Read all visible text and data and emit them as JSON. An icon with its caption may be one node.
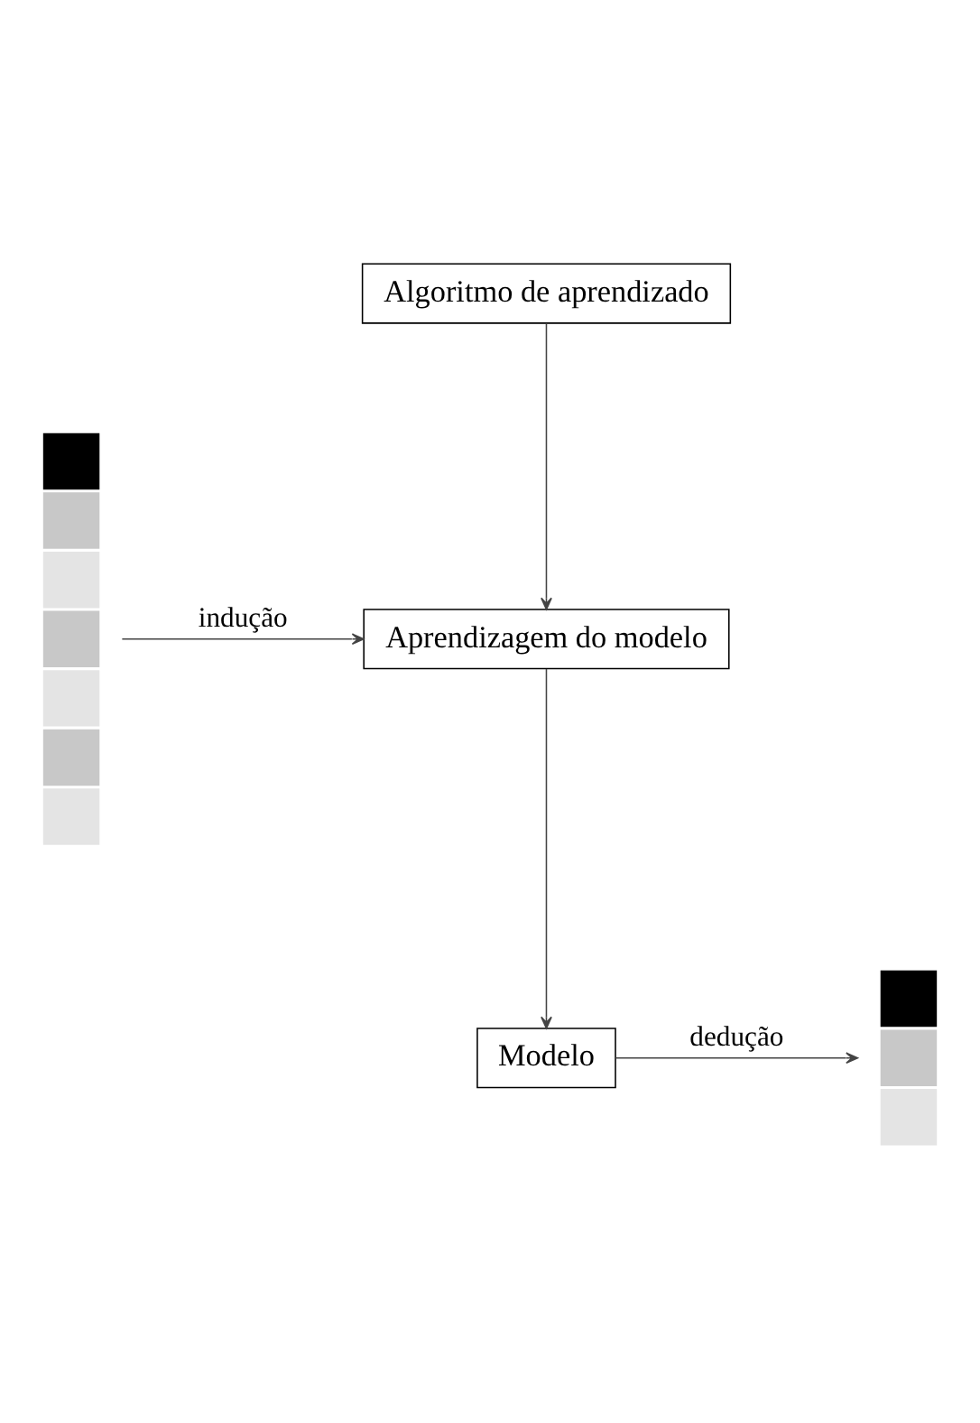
{
  "diagram": {
    "nodes": [
      {
        "text": [],
        "shape": "box"
      },
      {
        "text": [
          "Algoritmo de aprendizado"
        ]
      },
      {
        "text": [
          "Aprendizagem do modelo"
        ]
      },
      {
        "text": [],
        "shape": "box"
      },
      {
        "text": [
          "Modelo"
        ]
      }
    ],
    "edges": [
      {
        "from": 0,
        "to": 2,
        "arrow": "to",
        "label": "indução"
      },
      {
        "from": 1,
        "to": 2,
        "arrow": "to"
      },
      {
        "from": 2,
        "to": 4,
        "arrow": "to"
      },
      {
        "from": 4,
        "to": 3,
        "arrow": "to",
        "label": "dedução"
      }
    ]
  }
}
